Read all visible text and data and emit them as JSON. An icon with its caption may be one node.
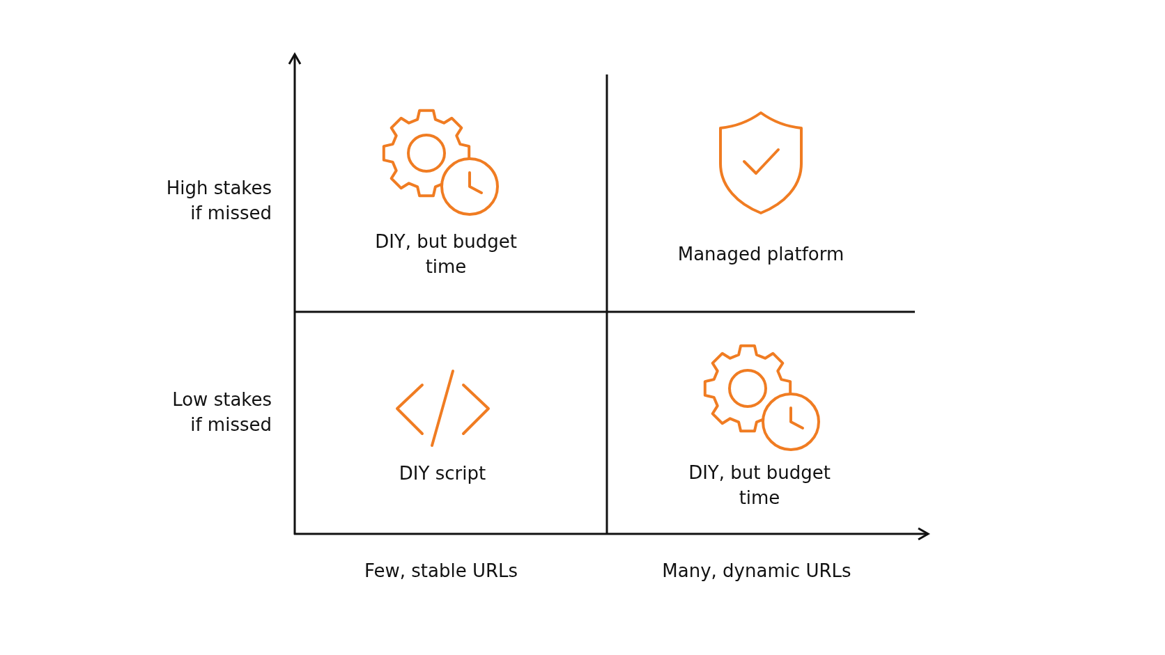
{
  "diagram": {
    "labels": [
      "High stakes if missed",
      "DIY, but budget time",
      "Managed platform",
      "Low stakes if missed",
      "DIY script",
      "DIY, but budget time",
      "Few, stable URLs",
      "Many, dynamic URLs"
    ]
  }
}
